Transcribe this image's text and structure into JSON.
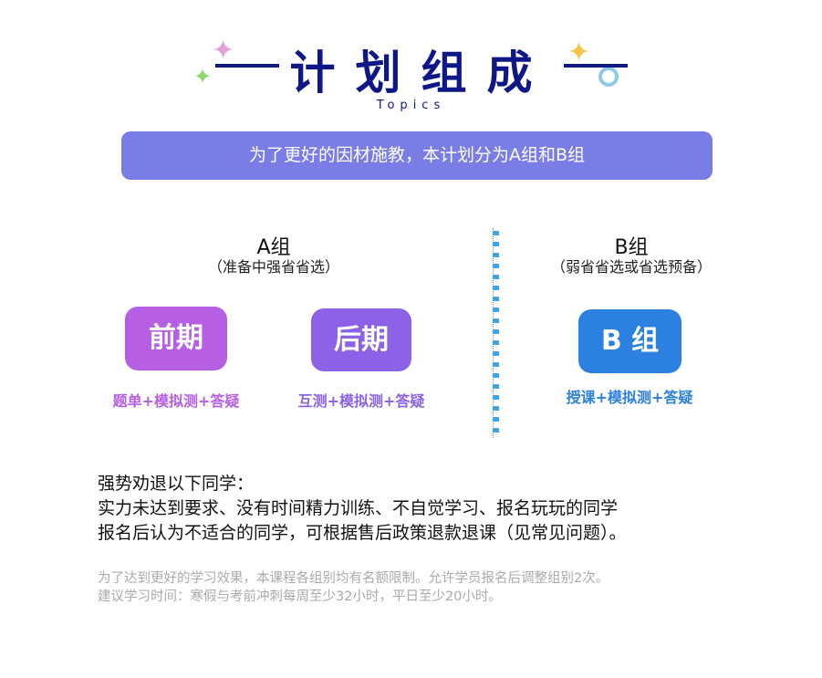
{
  "header": {
    "title": "计划组成",
    "subtitle": "Topics"
  },
  "banner": "为了更好的因材施教，本计划分为A组和B组",
  "group_a": {
    "title": "A组",
    "desc": "（准备中强省省选）",
    "phases": [
      {
        "label": "前期",
        "content": "题单+模拟测+答疑",
        "color": "#b65ee4"
      },
      {
        "label": "后期",
        "content": "互测+模拟测+答疑",
        "color": "#8c62e6"
      }
    ]
  },
  "group_b": {
    "title": "B组",
    "desc": "（弱省省选或省选预备）",
    "label": "B 组",
    "content": "授课+模拟测+答疑",
    "color": "#2b80e0"
  },
  "advice": [
    "强势劝退以下同学：",
    "实力未达到要求、没有时间精力训练、不自觉学习、报名玩玩的同学",
    "报名后认为不适合的同学，可根据售后政策退款退课（见常见问题）。"
  ],
  "notes": [
    "为了达到更好的学习效果，本课程各组别均有名额限制。允许学员报名后调整组别2次。",
    "建议学习时间：寒假与考前冲刺每周至少32小时，平日至少20小时。"
  ]
}
